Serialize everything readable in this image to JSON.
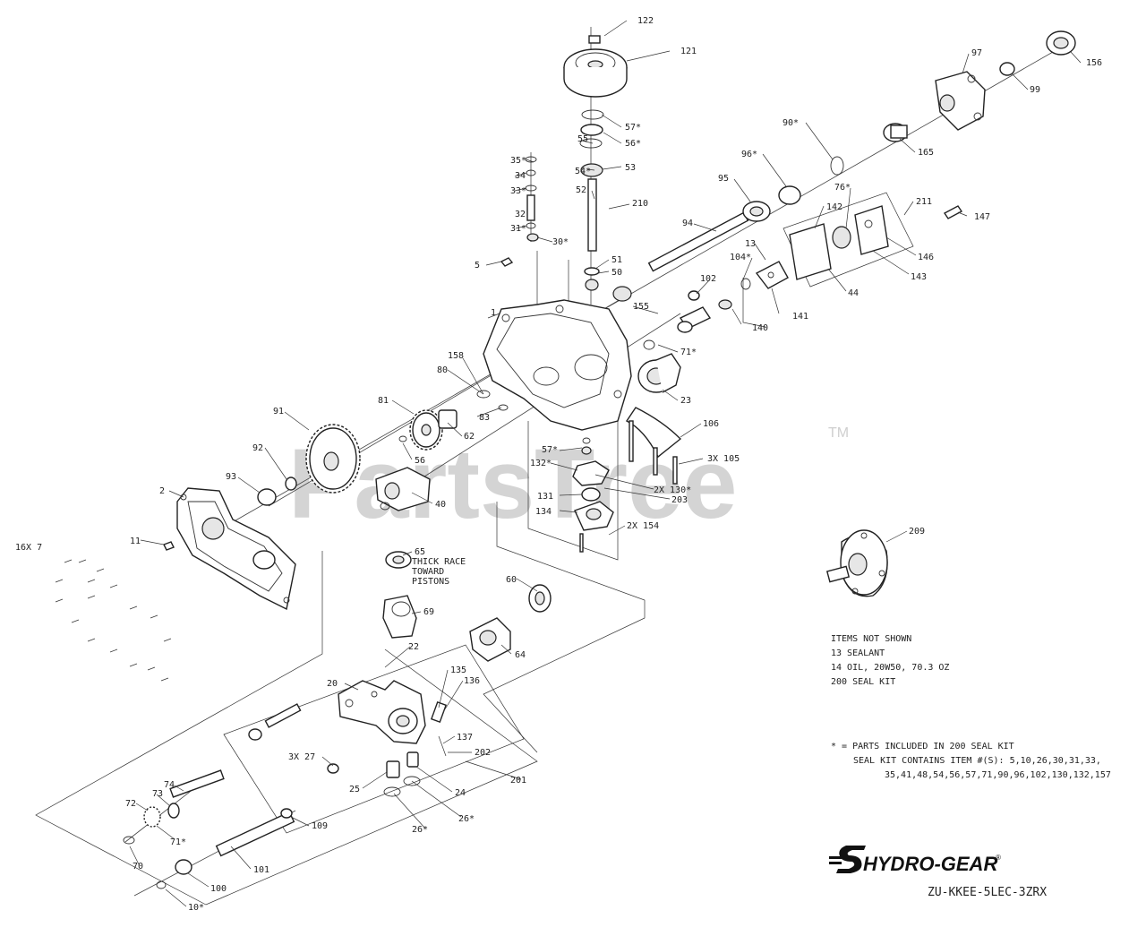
{
  "watermark": {
    "text": "PartsTree",
    "tm": "TM"
  },
  "brand": {
    "name": "HYDRO-GEAR",
    "mark": "®"
  },
  "model_code": "ZU-KKEE-5LEC-3ZRX",
  "labels": {
    "l122": "122",
    "l121": "121",
    "l57a": "57*",
    "l55": "55",
    "l56": "56*",
    "l54": "54*",
    "l53": "53",
    "l52": "52",
    "l210": "210",
    "l35": "35*",
    "l34": "34",
    "l33": "33*",
    "l32": "32",
    "l31": "31*",
    "l30": "30*",
    "l51": "51",
    "l50": "50",
    "l5": "5",
    "l1": "1",
    "l155": "155",
    "l158": "158",
    "l80": "80",
    "l83": "83",
    "l81": "81",
    "l62": "62",
    "l56b": "56",
    "l91": "91",
    "l92": "92",
    "l93": "93",
    "l2": "2",
    "l11": "11",
    "l16x7": "16X 7",
    "l40": "40",
    "l65": "65",
    "l65note1": "THICK RACE",
    "l65note2": "TOWARD",
    "l65note3": "PISTONS",
    "l69": "69",
    "l60": "60",
    "l64": "64",
    "l22": "22",
    "l20": "20",
    "l135": "135",
    "l136": "136",
    "l137": "137",
    "l202": "202",
    "l201": "201",
    "l3x27": "3X 27",
    "l25": "25",
    "l24": "24",
    "l26a": "26*",
    "l26b": "26*",
    "l74": "74",
    "l73": "73",
    "l72": "72",
    "l71": "71*",
    "l70": "70",
    "l109": "109",
    "l101": "101",
    "l100": "100",
    "l10": "10*",
    "l57b": "57*",
    "l132": "132*",
    "l2x130": "2X 130*",
    "l203": "203",
    "l131": "131",
    "l134": "134",
    "l2x154": "2X 154",
    "l106": "106",
    "l3x105": "3X 105",
    "l23": "23",
    "l71b": "71*",
    "l94": "94",
    "l95": "95",
    "l96": "96*",
    "l90": "90*",
    "l165": "165",
    "l97": "97",
    "l99": "99",
    "l156": "156",
    "l102": "102",
    "l104": "104*",
    "l13": "13",
    "l140": "140",
    "l141": "141",
    "l142": "142",
    "l76": "76*",
    "l211": "211",
    "l147": "147",
    "l146": "146",
    "l143": "143",
    "l44": "44",
    "l209": "209"
  },
  "notes": {
    "title": "ITEMS NOT SHOWN",
    "line1": "13 SEALANT",
    "line2": "14 OIL, 20W50, 70.3 OZ",
    "line3": "200 SEAL KIT",
    "kit1": "* = PARTS INCLUDED IN 200 SEAL KIT",
    "kit2": "SEAL KIT CONTAINS ITEM #(S): 5,10,26,30,31,33,",
    "kit3": "35,41,48,54,56,57,71,90,96,102,130,132,157"
  }
}
